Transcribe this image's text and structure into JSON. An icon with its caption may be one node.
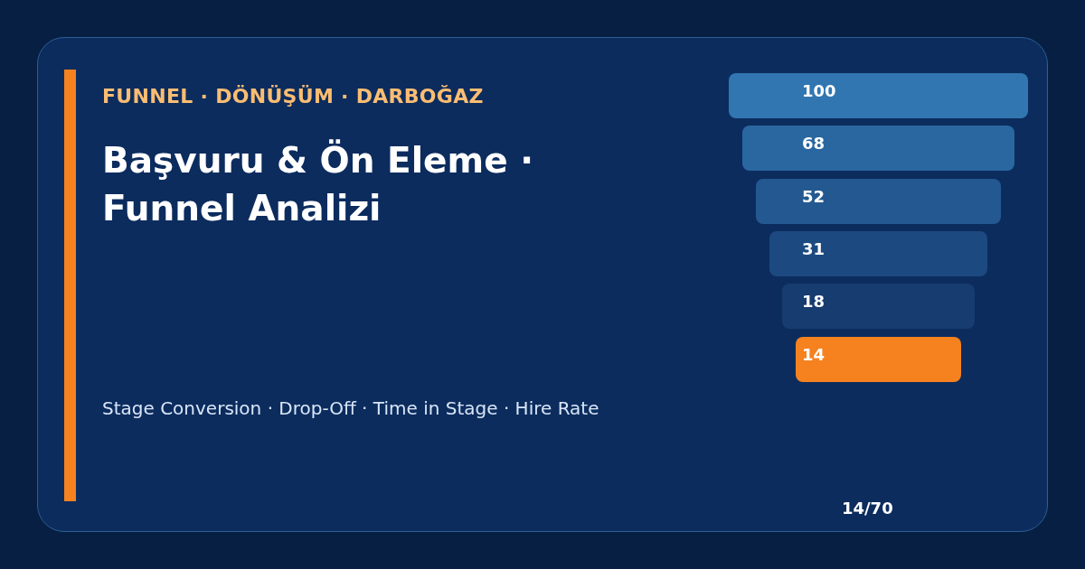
{
  "diagram": {
    "title": "Başvuru & Ön Eleme · Funnel Analizi",
    "nodes": [
      {
        "text": [
          "100"
        ]
      },
      {
        "text": [
          "68"
        ]
      },
      {
        "text": [
          "52"
        ]
      },
      {
        "text": [
          "31"
        ]
      },
      {
        "text": [
          "18"
        ]
      },
      {
        "text": [
          "14"
        ]
      }
    ],
    "labels": [
      "FUNNEL · DÖNÜŞÜM · DARBOĞAZ",
      "Stage Conversion · Drop-Off · Time in Stage · Hire Rate",
      "14/70"
    ]
  }
}
